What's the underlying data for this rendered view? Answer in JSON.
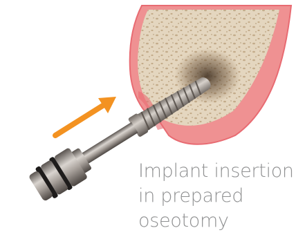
{
  "caption": {
    "line1": "Implant insertion",
    "line2": "in prepared",
    "line3": "oseotomy"
  },
  "colors": {
    "gum": "#ef9192",
    "gum_edge": "#e86b72",
    "bone": "#e4d6bf",
    "bone_pore": "#c3ab8a",
    "arrow": "#f39221",
    "caption": "#8f9091"
  },
  "icons": {
    "arrow": "insertion-direction-arrow",
    "implant": "dental-implant",
    "driver": "implant-driver-tool"
  }
}
